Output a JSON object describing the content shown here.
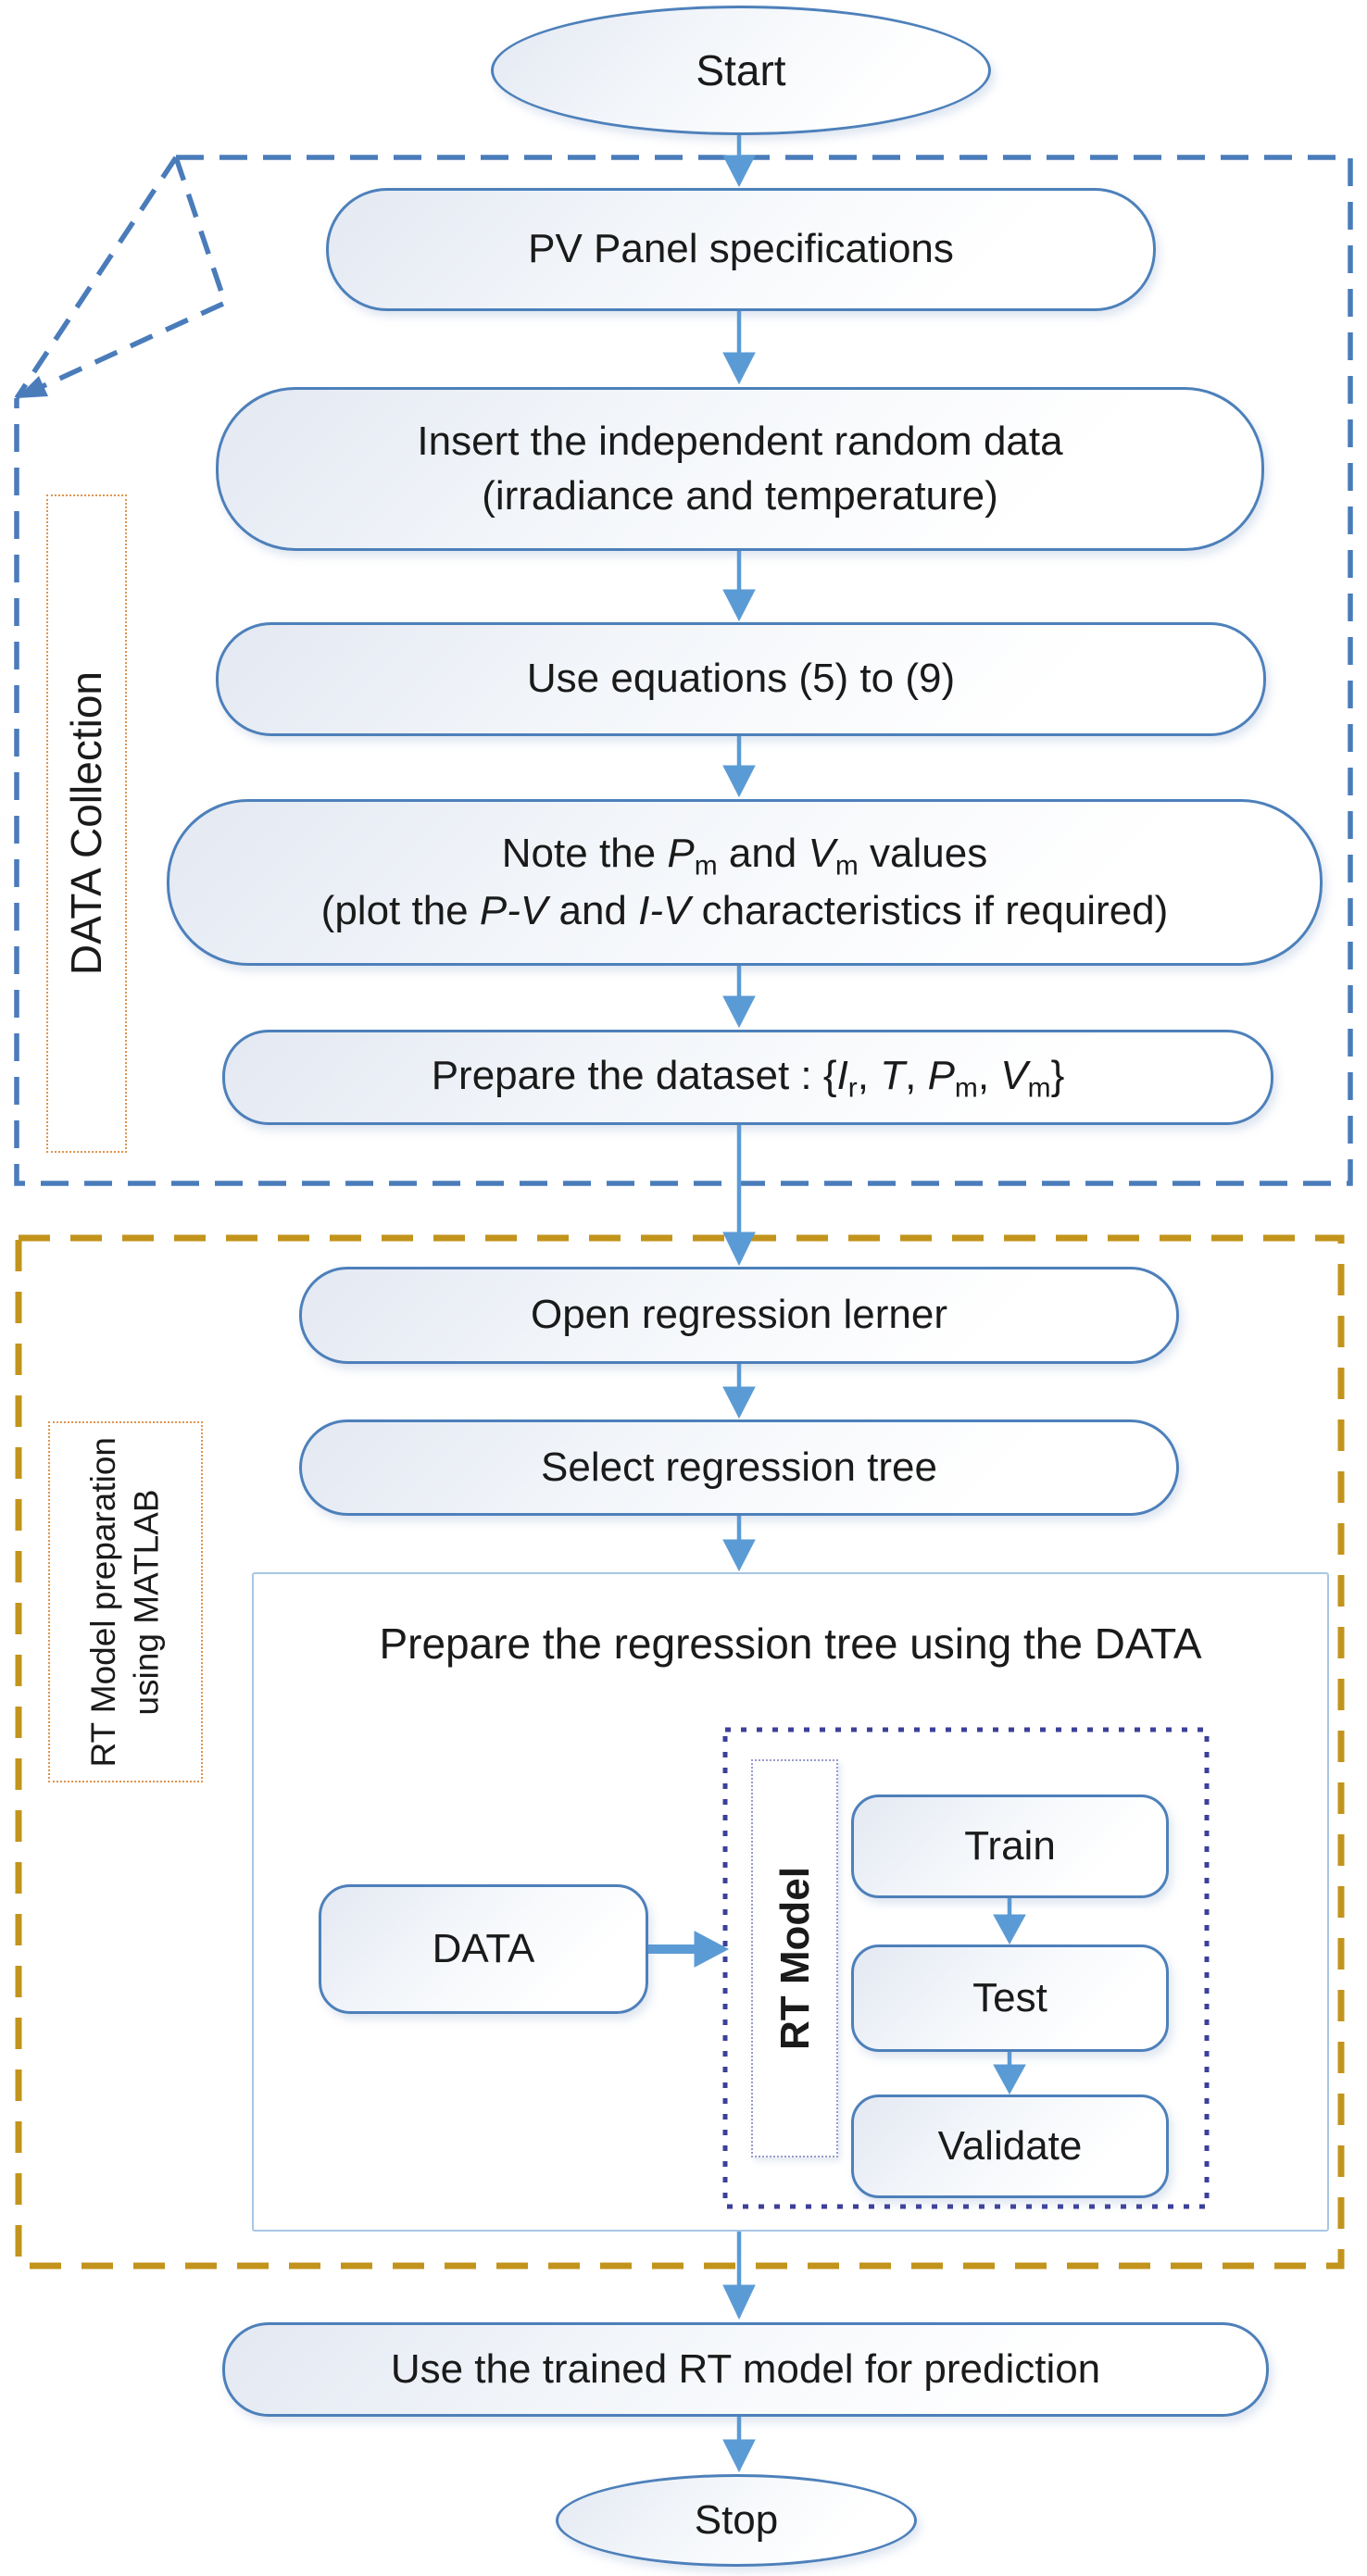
{
  "flow": {
    "start": "Start",
    "pv_panel": "PV Panel specifications",
    "insert_line1": "Insert the independent random data",
    "insert_line2": "(irradiance and temperature)",
    "use_equations": "Use equations (5) to (9)",
    "note": {
      "t1": "Note the ",
      "v1": "P",
      "s1": "m",
      "t2": " and ",
      "v2": "V",
      "s2": "m",
      "t3": " values",
      "l2a": "(plot the ",
      "l2v1": "P-V",
      "l2b": " and ",
      "l2v2": "I-V",
      "l2c": " characteristics if required)"
    },
    "prepare_dataset": {
      "t1": "Prepare the dataset : {",
      "v1": "I",
      "s1": "r",
      "c1": ", ",
      "v2": "T",
      "c2": ", ",
      "v3": "P",
      "s3": "m",
      "c3": ", ",
      "v4": "V",
      "s4": "m",
      "t2": "}"
    },
    "open_regression": "Open regression lerner",
    "select_tree": "Select regression tree",
    "container_title": "Prepare the regression tree using the DATA",
    "data": "DATA",
    "rt_model": "RT Model",
    "train": "Train",
    "test": "Test",
    "validate": "Validate",
    "use_trained": "Use the trained RT model for prediction",
    "stop": "Stop",
    "region1_label": "DATA Collection",
    "region2_label_line1": "RT Model preparation",
    "region2_label_line2": "using MATLAB"
  },
  "colors": {
    "node_border": "#4d80ba",
    "node_fill_start": "#e3e8f2",
    "arrow": "#5b9bd5",
    "data_collection_region_border": "#4a7cba",
    "matlab_region_border": "#c2941c",
    "rt_model_region_border": "#3c4099",
    "label_box_border": "#e0944e",
    "rt_model_box_border": "#979ccb",
    "container_border": "#a9c6e4",
    "text": "#1a1a1a"
  }
}
